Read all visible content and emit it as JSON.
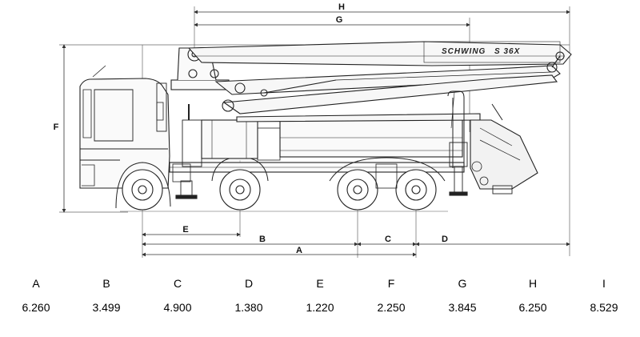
{
  "diagram": {
    "brand": "SCHWING",
    "model": "S 36X",
    "dimension_labels": {
      "h": "H",
      "g": "G",
      "f": "F",
      "e": "E",
      "b": "B",
      "c": "C",
      "d": "D",
      "a": "A"
    }
  },
  "spec_table": {
    "headers": [
      "A",
      "B",
      "C",
      "D",
      "E",
      "F",
      "G",
      "H",
      "I"
    ],
    "values": [
      "6.260",
      "3.499",
      "4.900",
      "1.380",
      "1.220",
      "2.250",
      "3.845",
      "6.250",
      "8.529"
    ]
  }
}
